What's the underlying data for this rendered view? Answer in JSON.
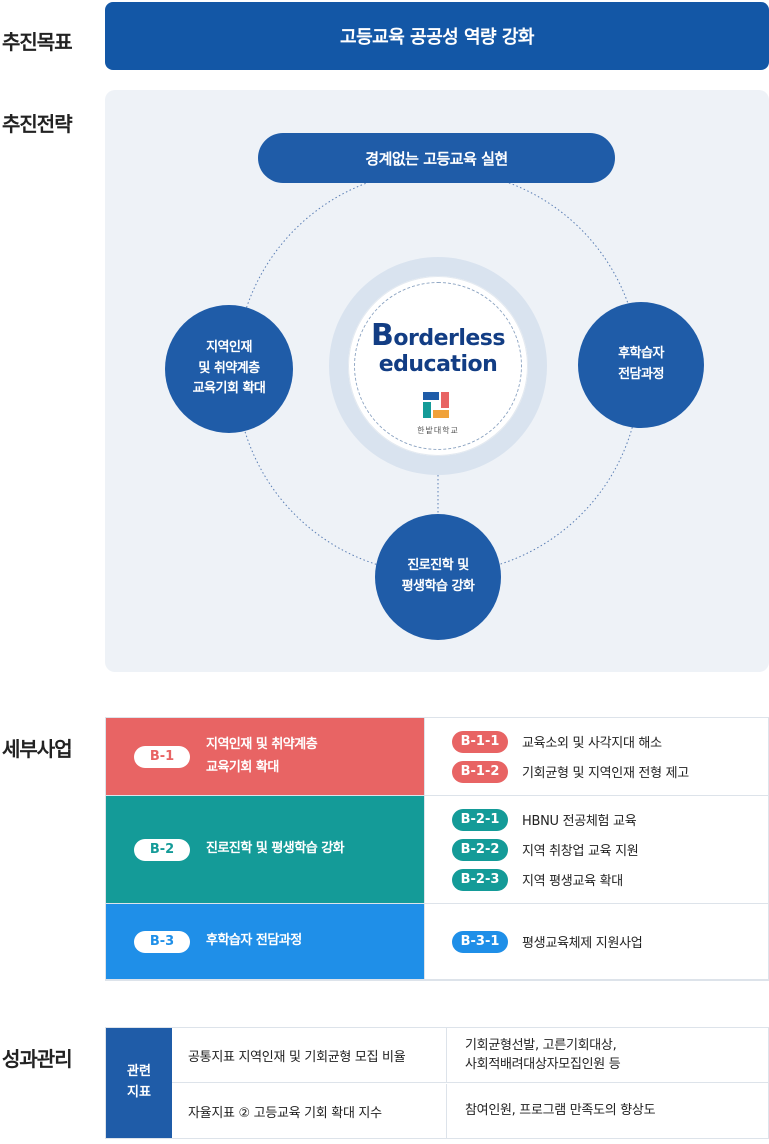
{
  "goal": {
    "label": "추진목표",
    "text": "고등교육 공공성 역량 강화"
  },
  "strategy": {
    "label": "추진전략",
    "top_pill": "경계없는 고등교육 실현",
    "left_circle": "지역인재\n및 취약계층\n교육기회 확대",
    "right_circle": "후학습자\n전담과정",
    "bottom_circle": "진로진학 및\n평생학습 강화",
    "core": {
      "line1_first": "B",
      "line1_rest": "orderless",
      "line2": "education",
      "university": "한밭대학교"
    }
  },
  "details": {
    "label": "세부사업",
    "rows": [
      {
        "code": "B-1",
        "title": "지역인재 및 취약계층\n교육기회 확대",
        "color": "#e86464",
        "items": [
          {
            "code": "B-1-1",
            "text": "교육소외 및 사각지대 해소"
          },
          {
            "code": "B-1-2",
            "text": "기회균형 및 지역인재 전형 제고"
          }
        ]
      },
      {
        "code": "B-2",
        "title": "진로진학 및 평생학습 강화",
        "color": "#149b98",
        "items": [
          {
            "code": "B-2-1",
            "text": "HBNU 전공체험 교육"
          },
          {
            "code": "B-2-2",
            "text": "지역 취창업 교육 지원"
          },
          {
            "code": "B-2-3",
            "text": "지역 평생교육 확대"
          }
        ]
      },
      {
        "code": "B-3",
        "title": "후학습자 전담과정",
        "color": "#1f8fe8",
        "items": [
          {
            "code": "B-3-1",
            "text": "평생교육체제 지원사업"
          }
        ]
      }
    ]
  },
  "performance": {
    "label": "성과관리",
    "head": "관련\n지표",
    "rows": [
      {
        "indicator": "공통지표 지역인재 및 기회균형 모집 비율",
        "target": "기회균형선발, 고른기회대상,\n사회적배려대상자모집인원 등"
      },
      {
        "indicator": "자율지표 ② 고등교육 기회 확대 지수",
        "target": "참여인원, 프로그램 만족도의 향상도"
      }
    ]
  },
  "colors": {
    "primary": "#1357a6",
    "circle": "#1f5ca8",
    "panel_bg": "#eef2f7"
  }
}
